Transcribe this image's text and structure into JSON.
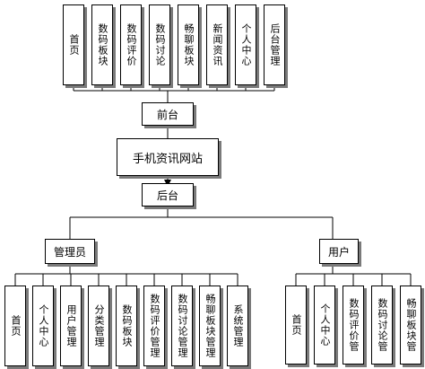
{
  "diagram": {
    "front_modules": [
      "首页",
      "数码板块",
      "数码评价",
      "数码讨论",
      "畅聊板块",
      "新闻资讯",
      "个人中心",
      "后台管理"
    ],
    "front_label": "前台",
    "site_label": "手机资讯网站",
    "back_label": "后台",
    "admin_label": "管理员",
    "user_label": "用户",
    "admin_modules": [
      "首页",
      "个人中心",
      "用户管理",
      "分类管理",
      "数码板块",
      "数码评价管理",
      "数码讨论管理",
      "畅聊板块管理",
      "系统管理"
    ],
    "user_modules": [
      "首页",
      "个人中心",
      "数码评价管",
      "数码讨论管",
      "畅聊板块管"
    ]
  }
}
